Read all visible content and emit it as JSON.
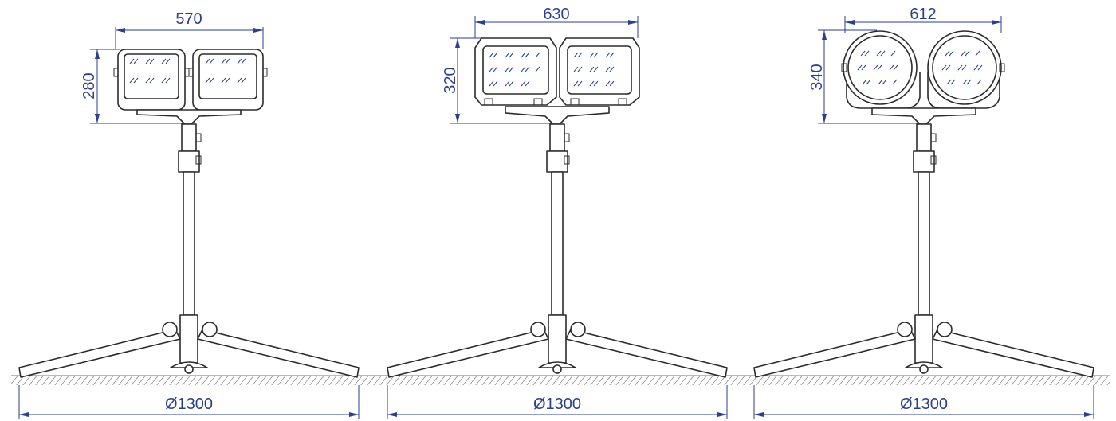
{
  "views": [
    {
      "name": "rectangular-small",
      "width_label": "570",
      "height_label": "280",
      "base_label": "Ø1300",
      "head": "rect"
    },
    {
      "name": "rectangular-large",
      "width_label": "630",
      "height_label": "320",
      "base_label": "Ø1300",
      "head": "rect-large"
    },
    {
      "name": "round",
      "width_label": "612",
      "height_label": "340",
      "base_label": "Ø1300",
      "head": "round"
    }
  ],
  "colors": {
    "dimension": "#2b3f8e",
    "outline": "#2b2b2b",
    "ground": "#777777"
  }
}
